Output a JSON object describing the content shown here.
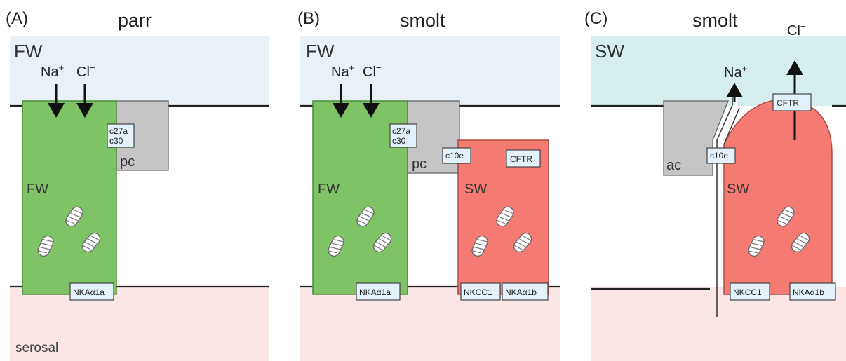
{
  "panels": [
    {
      "letter": "(A)",
      "title": "parr",
      "apical_medium": "FW",
      "ions": {
        "na": "Na",
        "na_sup": "+",
        "cl": "Cl",
        "cl_sup": "−"
      },
      "pc_label": "pc",
      "tj_claudins": [
        "c27a",
        "c30"
      ],
      "cell_label": "FW",
      "nka_label": "NKAα1a",
      "serosal_label": "serosal"
    },
    {
      "letter": "(B)",
      "title": "smolt",
      "apical_medium": "FW",
      "ions": {
        "na": "Na",
        "na_sup": "+",
        "cl": "Cl",
        "cl_sup": "−"
      },
      "pc_label": "pc",
      "tj_claudins": [
        "c27a",
        "c30"
      ],
      "tj2_claudin": "c10e",
      "fw_cell_label": "FW",
      "sw_cell_label": "SW",
      "cftr_label": "CFTR",
      "fw_nka_label": "NKAα1a",
      "nkcc_label": "NKCC1",
      "sw_nka_label": "NKAα1b"
    },
    {
      "letter": "(C)",
      "title": "smolt",
      "apical_medium": "SW",
      "ions": {
        "na": "Na",
        "na_sup": "+",
        "cl": "Cl",
        "cl_sup": "−"
      },
      "ac_label": "ac",
      "tj_claudin": "c10e",
      "cftr_label": "CFTR",
      "cell_label": "SW",
      "nkcc_label": "NKCC1",
      "nka_label": "NKAα1b"
    }
  ],
  "colors": {
    "freshwater_bg": "#e8f0f8",
    "seawater_bg": "#d6efee",
    "serosal_bg": "#fbe6e6",
    "fw_cell": "#7ec466",
    "sw_cell": "#f47a72",
    "pavement_cell": "#c5c5c5",
    "tight_junction_box": "#e3f2fa"
  }
}
